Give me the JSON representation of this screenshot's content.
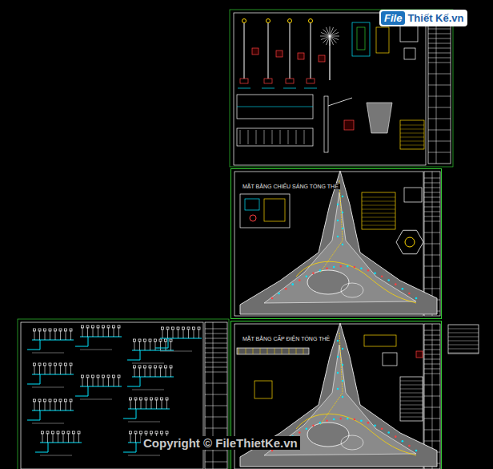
{
  "diagram": {
    "nodes": [
      {
        "text": [
          "File",
          "Thiết Kế.vn"
        ]
      },
      {
        "text": [
          "MẶT BẰNG CHIẾU SÁNG TỔNG THỂ"
        ]
      },
      {
        "text": [
          "MẶT BẰNG CẤP ĐIỆN TỔNG THỂ"
        ]
      }
    ],
    "labels": [
      "Copyright © FileThietKe.vn"
    ]
  }
}
